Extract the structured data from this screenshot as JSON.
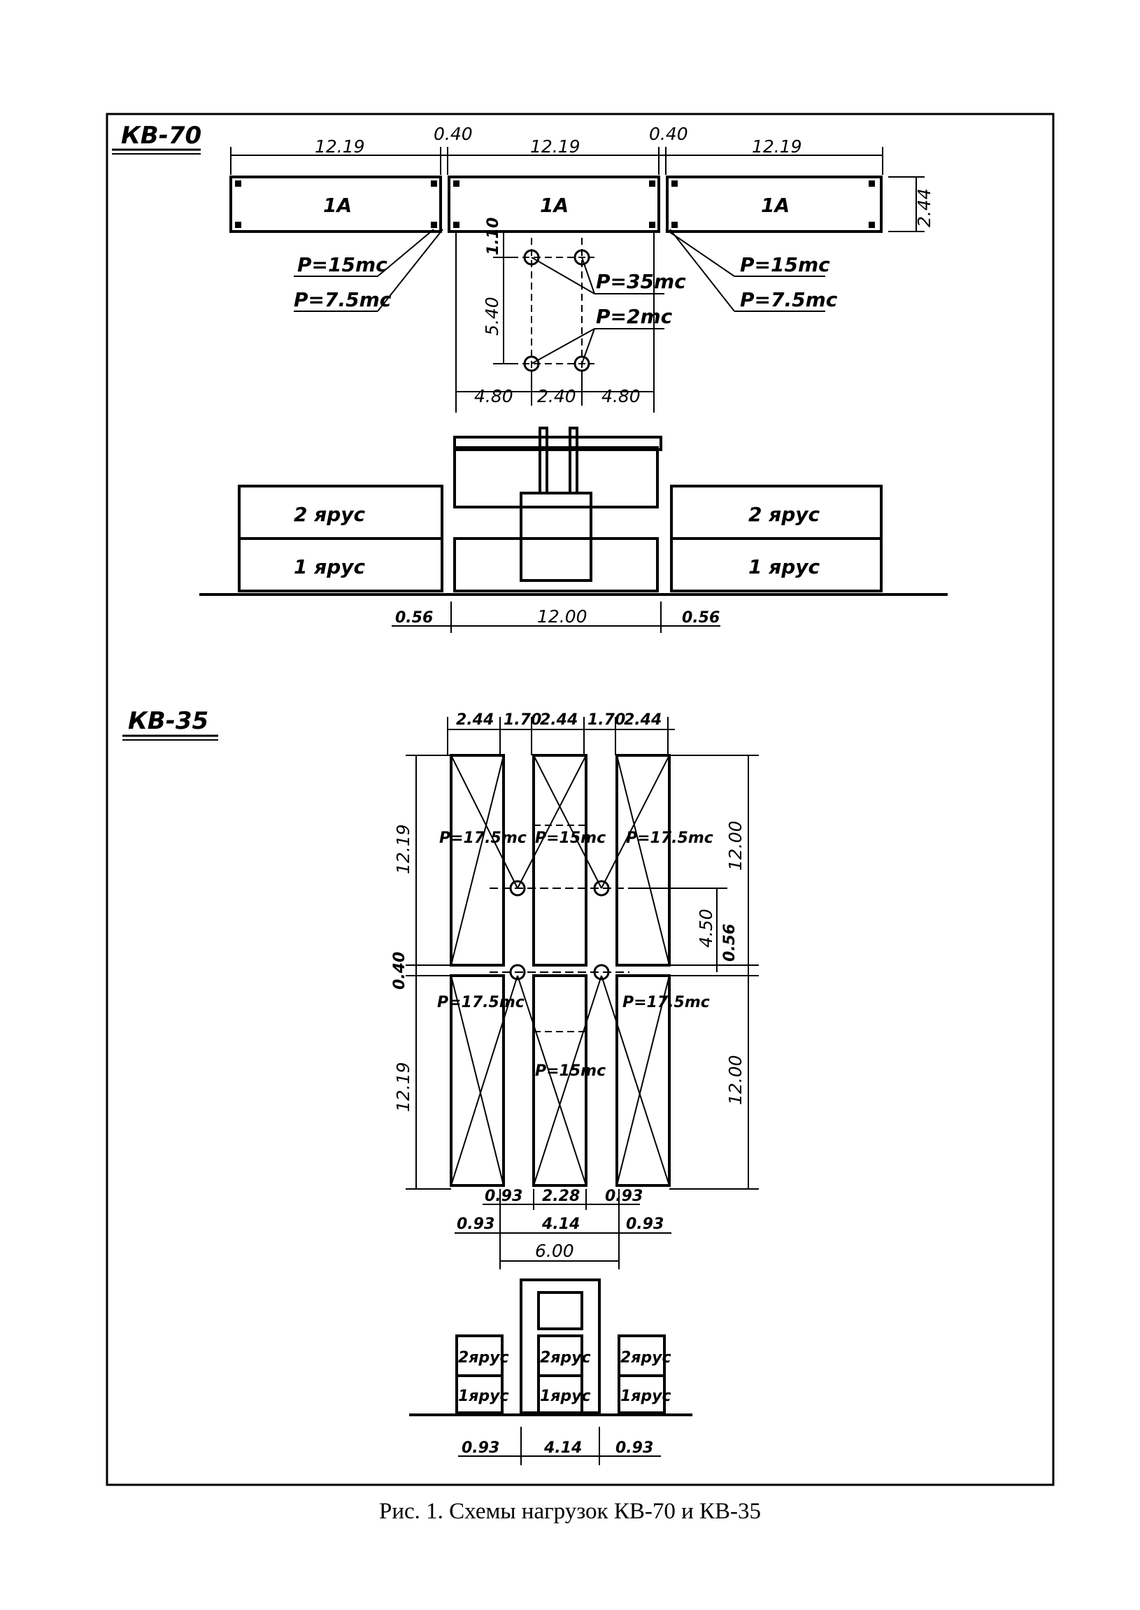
{
  "caption": "Рис. 1. Схемы нагрузок КВ-70 и КВ-35",
  "kv70": {
    "title": "КВ-70",
    "container_label": "1А",
    "dims": {
      "length_1": "12.19",
      "gap_1": "0.40",
      "length_2": "12.19",
      "gap_2": "0.40",
      "length_3": "12.19",
      "width": "2.44",
      "crane_offset": "1.10",
      "crane_base": "5.40",
      "crane_span_left": "4.80",
      "crane_track": "2.40",
      "crane_span_right": "4.80",
      "side_left": "0.56",
      "crane_clear": "12.00",
      "side_right": "0.56"
    },
    "loads": {
      "corner_left_1": "P=15mc",
      "corner_left_2": "P=7.5mc",
      "corner_right_1": "P=15mc",
      "corner_right_2": "P=7.5mc",
      "wheel_top": "P=35mc",
      "wheel_bottom": "P=2mc"
    },
    "tiers": {
      "tier_2": "2 ярус",
      "tier_1": "1 ярус"
    }
  },
  "kv35": {
    "title": "КВ-35",
    "dims": {
      "top_w1": "2.44",
      "top_g1": "1.70",
      "top_w2": "2.44",
      "top_g2": "1.70",
      "top_w3": "2.44",
      "left_len_1": "12.19",
      "left_gap": "0.40",
      "left_len_2": "12.19",
      "right_len_1": "12.00",
      "right_base": "4.50",
      "right_gap": "0.56",
      "right_len_2": "12.00",
      "bot_a": "0.93",
      "bot_b": "2.28",
      "bot_c": "0.93",
      "bot_d": "0.93",
      "bot_e": "4.14",
      "bot_f": "0.93",
      "bot_span": "6.00",
      "elev_left": "0.93",
      "elev_mid": "4.14",
      "elev_right": "0.93"
    },
    "loads": {
      "upper_left": "P=17.5mc",
      "upper_mid": "P=15mc",
      "upper_right": "P=17.5mc",
      "lower_left": "P=17.5mc",
      "lower_right": "P=17.5mc",
      "lower_mid": "P=15mc"
    },
    "tiers": {
      "tier_2": "2ярус",
      "tier_1": "1ярус"
    }
  }
}
